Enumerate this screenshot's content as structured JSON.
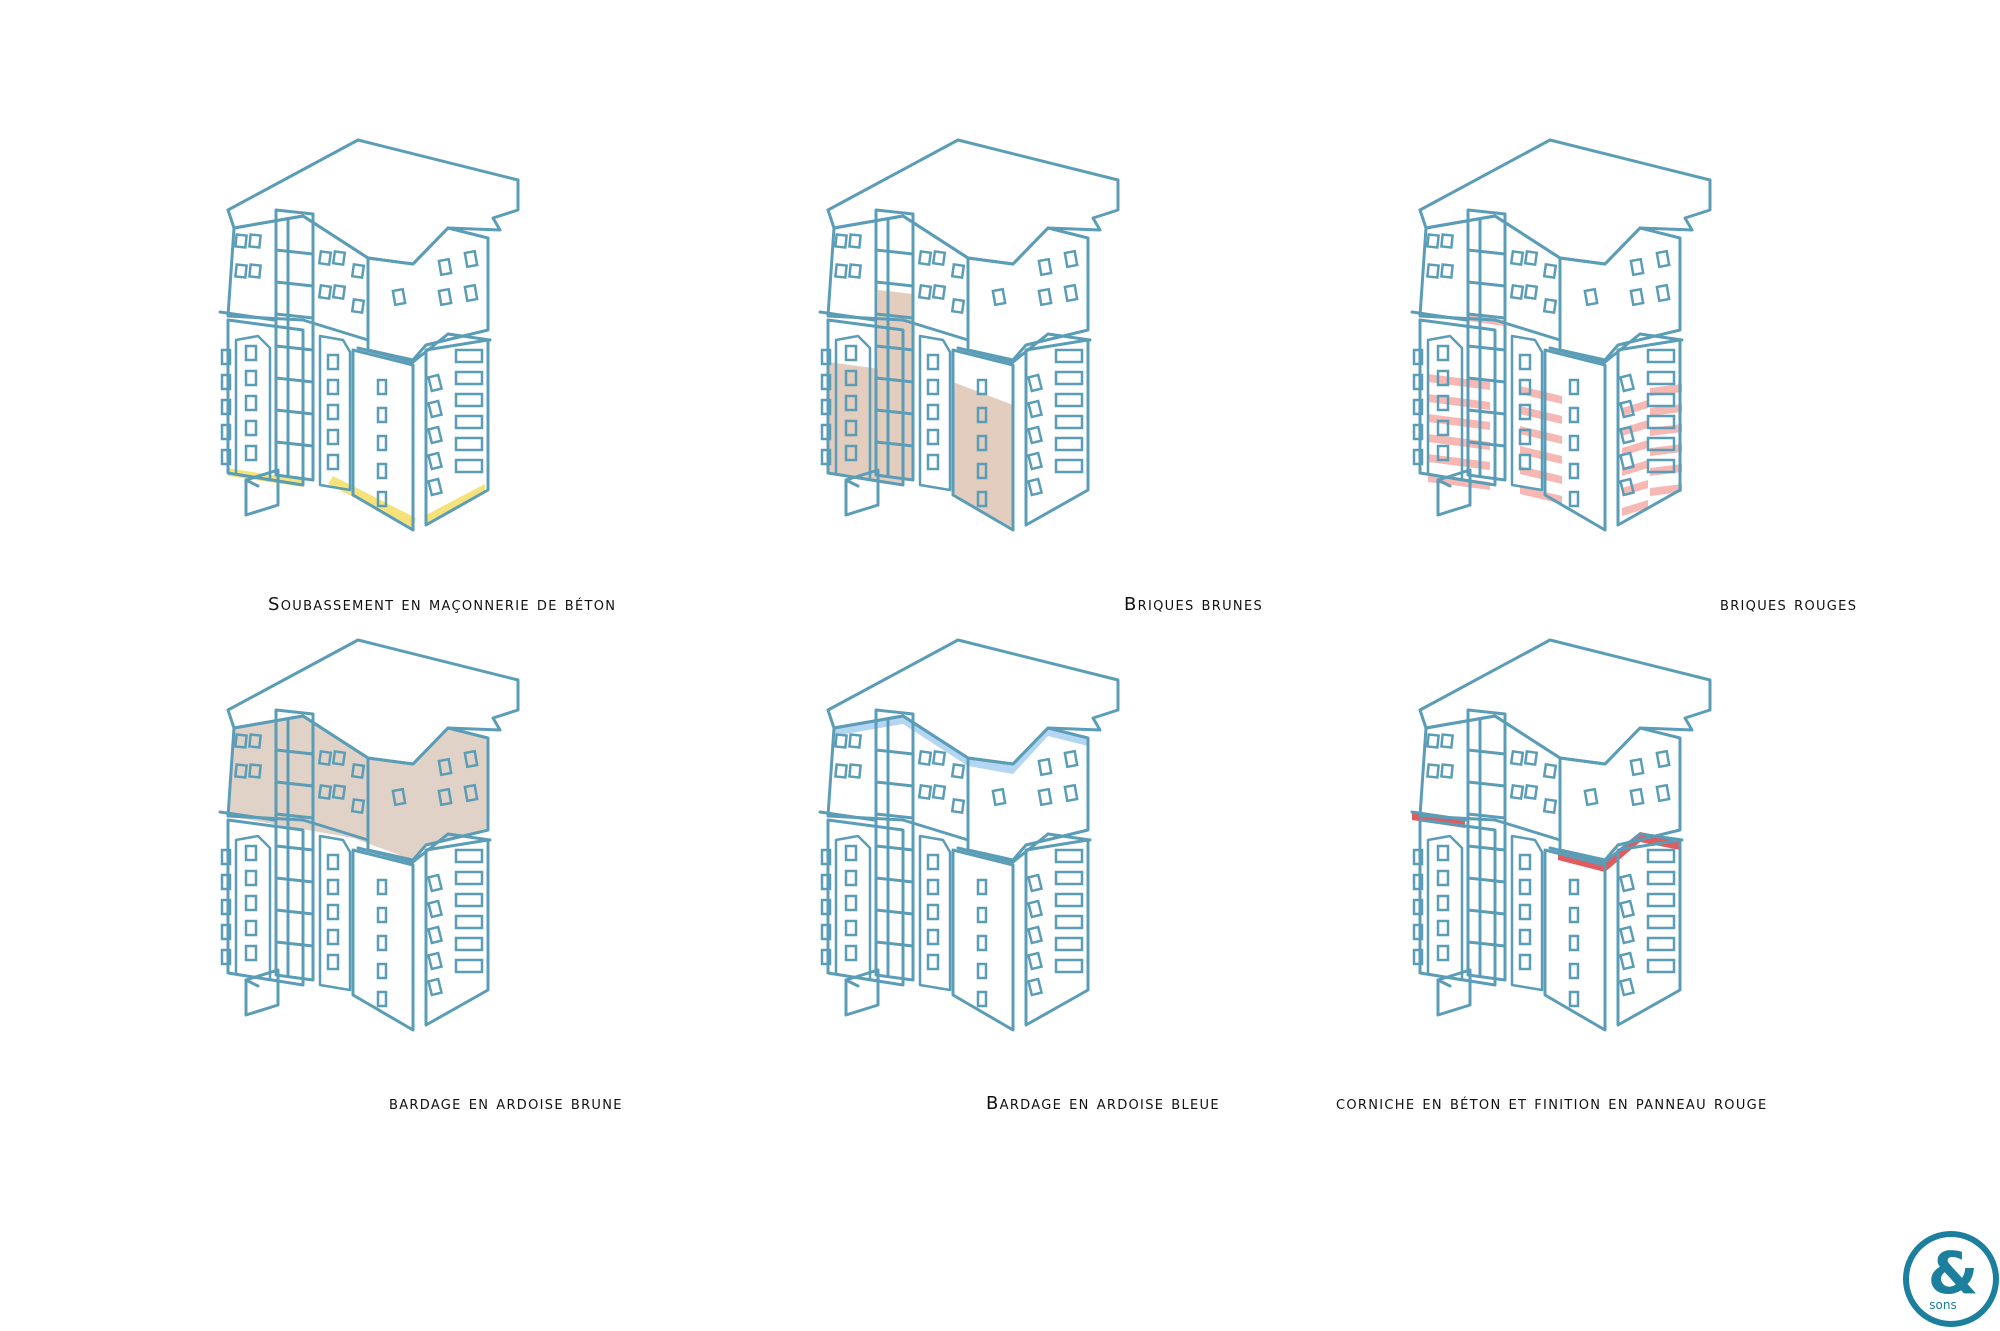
{
  "panels": [
    {
      "caption": "Soubassement en maçonnerie de béton",
      "highlight": "base",
      "color": "#f6e27a"
    },
    {
      "caption": "Briques brunes",
      "highlight": "brick",
      "color": "#e3cdbf"
    },
    {
      "caption": "briques rouges",
      "highlight": "redbrick",
      "color": "#f7b8b4"
    },
    {
      "caption": "bardage en ardoise brune",
      "highlight": "slatebrown",
      "color": "#e0d2c6"
    },
    {
      "caption": "Bardage en ardoise bleue",
      "highlight": "slateblue",
      "color": "#b4d6f3"
    },
    {
      "caption": "corniche en béton et finition en panneau rouge",
      "highlight": "cornice",
      "color": "#e15b5f"
    }
  ],
  "line_color": "#5b9db7",
  "logo": {
    "glyph": "&",
    "text": "sons",
    "color": "#1b7f9d"
  }
}
